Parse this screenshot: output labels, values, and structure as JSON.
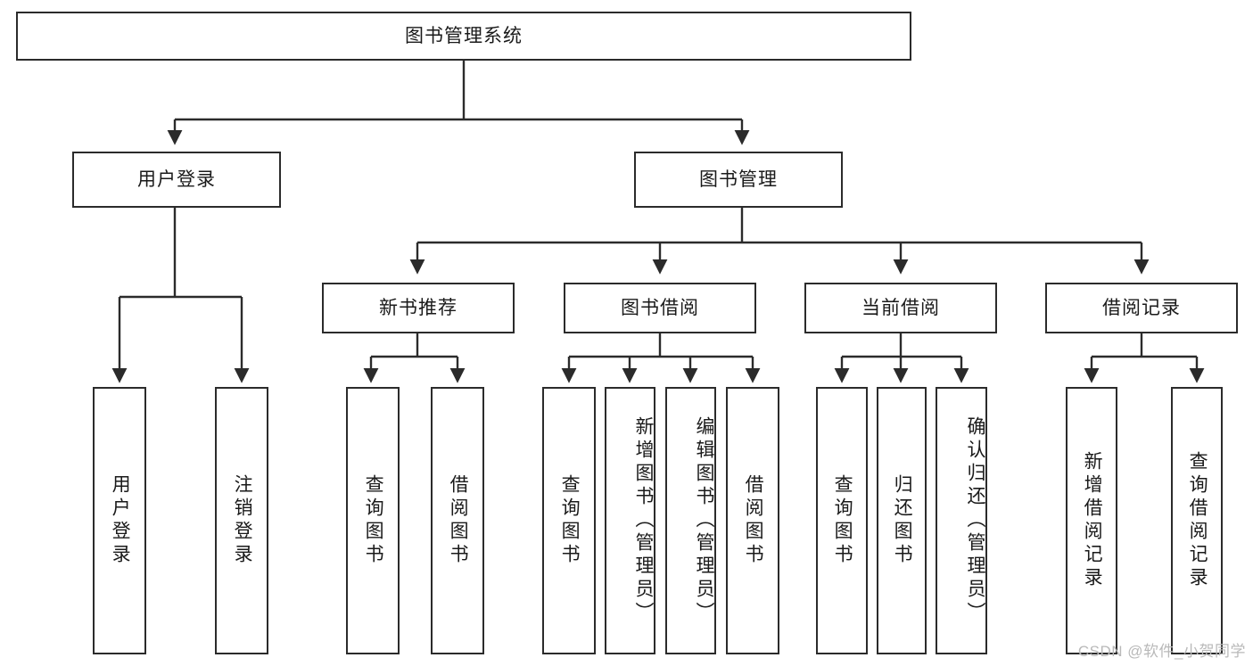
{
  "diagram": {
    "title": "图书管理系统",
    "type": "tree",
    "watermark": "CSDN @软件_小贺同学",
    "colors": {
      "node_border": "#2b2b2b",
      "node_fill": "#ffffff",
      "edge": "#2b2b2b",
      "background": "#ffffff",
      "watermark": "#b9b9b9"
    },
    "nodes": {
      "root": {
        "label": "图书管理系统"
      },
      "level2": [
        {
          "id": "user-login",
          "label": "用户登录"
        },
        {
          "id": "book-manage",
          "label": "图书管理"
        }
      ],
      "level3": [
        {
          "id": "new-book-recommend",
          "label": "新书推荐"
        },
        {
          "id": "book-borrow",
          "label": "图书借阅"
        },
        {
          "id": "current-borrow",
          "label": "当前借阅"
        },
        {
          "id": "borrow-record",
          "label": "借阅记录"
        }
      ],
      "leaves": [
        {
          "id": "leaf-user-login",
          "label": "用户登录",
          "parent": "user-login"
        },
        {
          "id": "leaf-logout-login",
          "label": "注销登录",
          "parent": "user-login"
        },
        {
          "id": "leaf-query-book-1",
          "label": "查询图书",
          "parent": "new-book-recommend"
        },
        {
          "id": "leaf-borrow-book-1",
          "label": "借阅图书",
          "parent": "new-book-recommend"
        },
        {
          "id": "leaf-query-book-2",
          "label": "查询图书",
          "parent": "book-borrow"
        },
        {
          "id": "leaf-add-book",
          "label": "新增图书（管理员）",
          "parent": "book-borrow"
        },
        {
          "id": "leaf-edit-book",
          "label": "编辑图书（管理员）",
          "parent": "book-borrow"
        },
        {
          "id": "leaf-borrow-book-2",
          "label": "借阅图书",
          "parent": "book-borrow"
        },
        {
          "id": "leaf-query-book-3",
          "label": "查询图书",
          "parent": "current-borrow"
        },
        {
          "id": "leaf-return-book",
          "label": "归还图书",
          "parent": "current-borrow"
        },
        {
          "id": "leaf-confirm-return",
          "label": "确认归还（管理员）",
          "parent": "current-borrow"
        },
        {
          "id": "leaf-add-record",
          "label": "新增借阅记录",
          "parent": "borrow-record"
        },
        {
          "id": "leaf-query-record",
          "label": "查询借阅记录",
          "parent": "borrow-record"
        }
      ]
    }
  }
}
